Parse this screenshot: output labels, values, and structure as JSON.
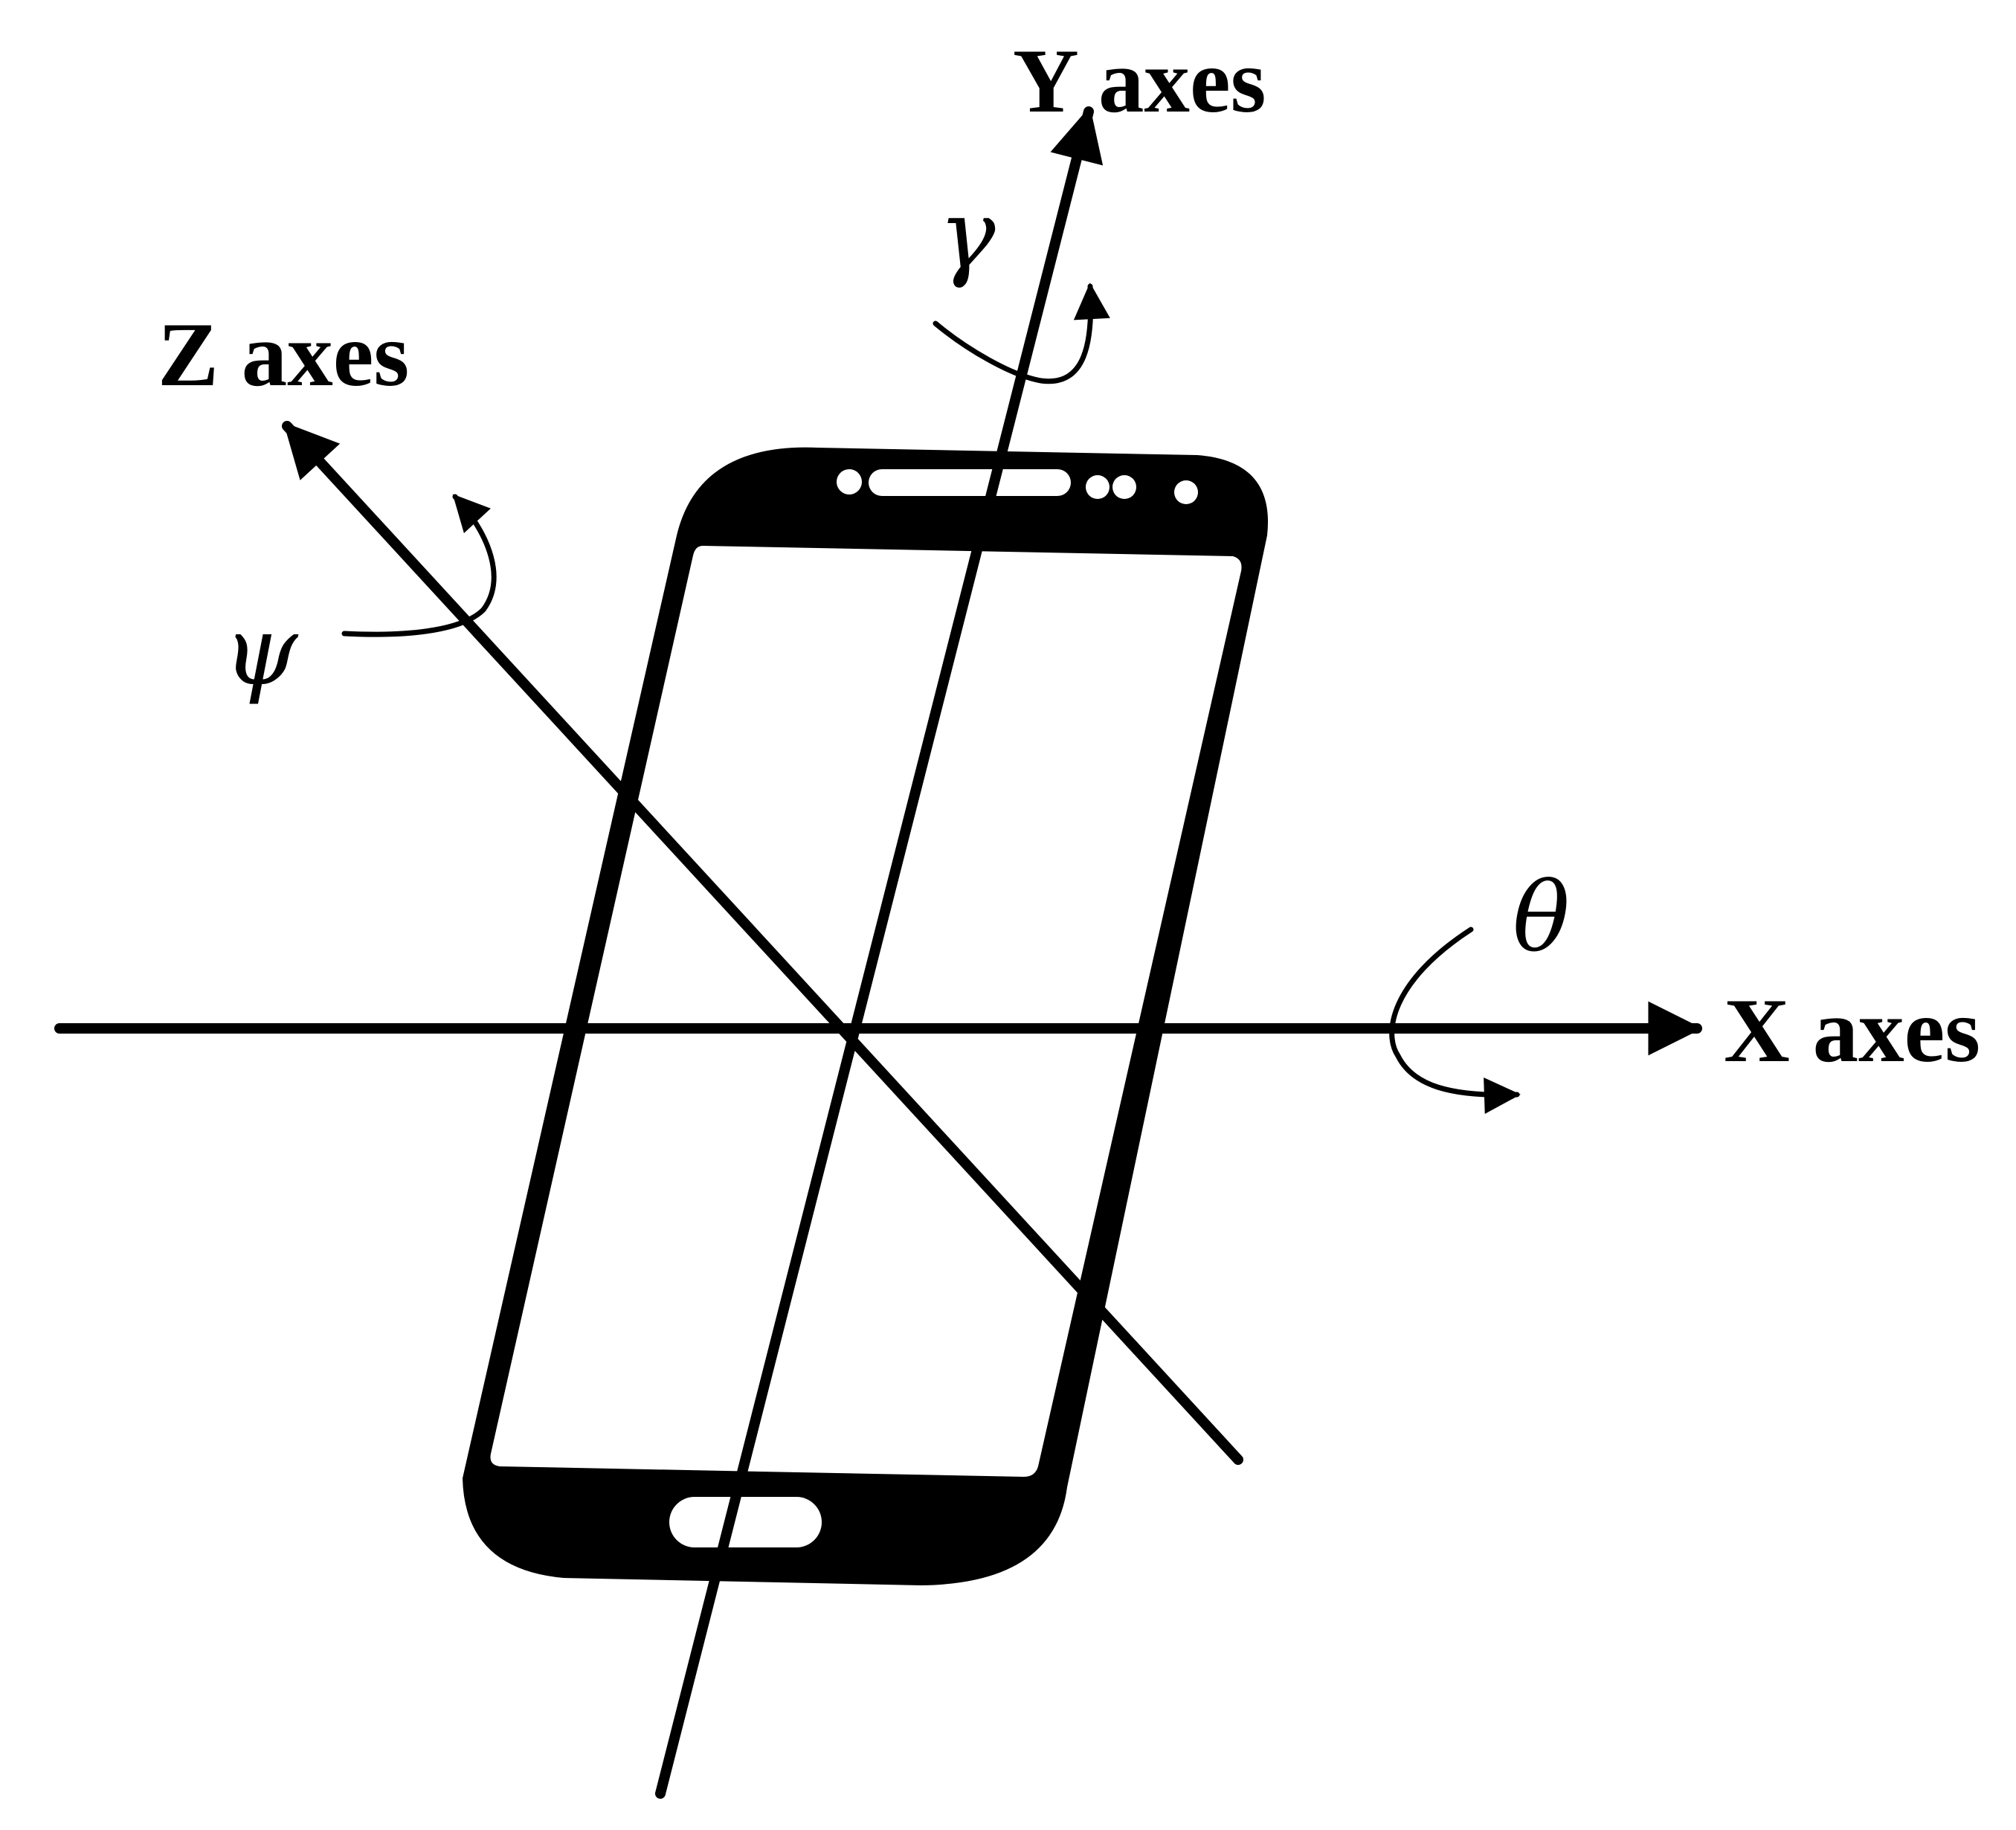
{
  "axes": {
    "x": {
      "label": "X axes",
      "rotation_symbol": "θ"
    },
    "y": {
      "label": "Y axes",
      "rotation_symbol": "γ"
    },
    "z": {
      "label": "Z axes",
      "rotation_symbol": "ψ"
    }
  },
  "colors": {
    "ink": "#000000",
    "background": "#ffffff"
  }
}
